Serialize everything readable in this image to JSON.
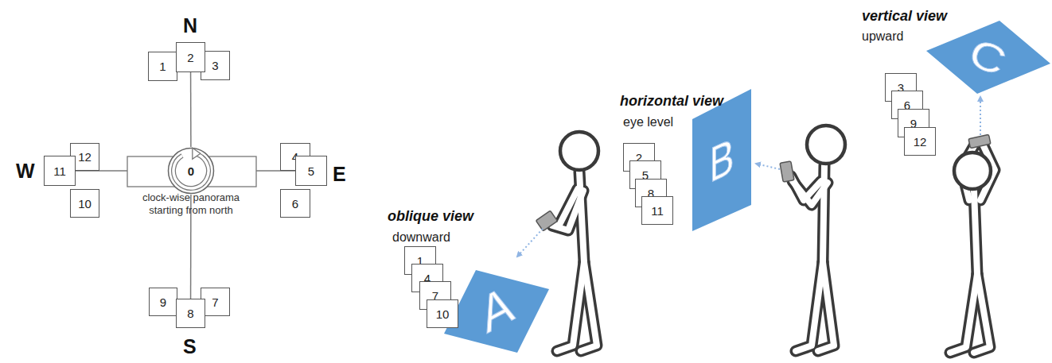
{
  "diagram": {
    "nodes": [
      {
        "text": [
          "1"
        ]
      },
      {
        "text": [
          "2"
        ]
      },
      {
        "text": [
          "3"
        ]
      },
      {
        "text": [
          "12"
        ]
      },
      {
        "text": [
          "11"
        ]
      },
      {
        "text": [
          "10"
        ]
      },
      {
        "text": [
          "0"
        ]
      },
      {
        "text": [
          "4"
        ]
      },
      {
        "text": [
          "5"
        ]
      },
      {
        "text": [
          "6"
        ]
      },
      {
        "text": [
          "9"
        ]
      },
      {
        "text": [
          "8"
        ]
      },
      {
        "text": [
          "7"
        ]
      },
      {
        "text": [
          "1"
        ]
      },
      {
        "text": [
          "4"
        ]
      },
      {
        "text": [
          "7"
        ]
      },
      {
        "text": [
          "10"
        ]
      },
      {
        "text": [
          "A"
        ]
      },
      {
        "text": [
          "2"
        ]
      },
      {
        "text": [
          "5"
        ]
      },
      {
        "text": [
          "8"
        ]
      },
      {
        "text": [
          "11"
        ]
      },
      {
        "text": [
          "B"
        ]
      },
      {
        "text": [
          "3"
        ]
      },
      {
        "text": [
          "6"
        ]
      },
      {
        "text": [
          "9"
        ]
      },
      {
        "text": [
          "12"
        ]
      },
      {
        "text": [
          "C"
        ]
      }
    ],
    "edges": [
      {
        "from": 6,
        "to": 1,
        "arrow": "none"
      },
      {
        "from": 6,
        "to": 8,
        "arrow": "none"
      },
      {
        "from": 6,
        "to": 11,
        "arrow": "none"
      },
      {
        "from": 6,
        "to": 4,
        "arrow": "none"
      }
    ],
    "labels": [
      "N",
      "W",
      "E",
      "S",
      "clock-wise panorama starting from north",
      "oblique view",
      "downward",
      "horizontal view",
      "eye level",
      "vertical view",
      "upward"
    ]
  }
}
